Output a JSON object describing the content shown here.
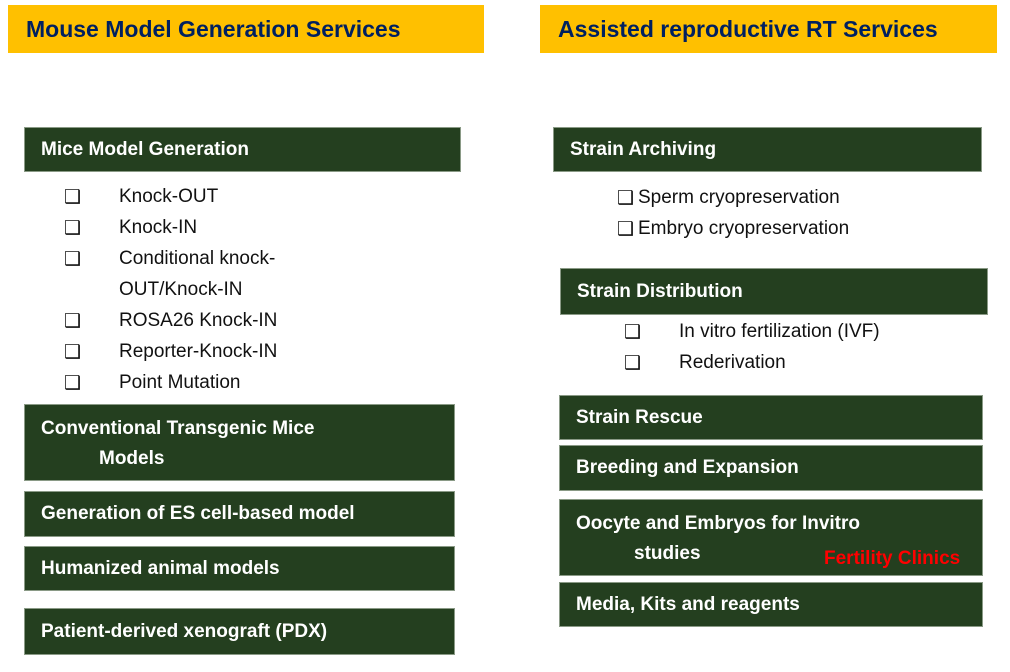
{
  "left": {
    "title": "Mouse Model Generation Services",
    "sections": [
      {
        "label": "Mice  Model Generation",
        "items": [
          "Knock-OUT",
          "Knock-IN",
          "Conditional knock-",
          "OUT/Knock-IN",
          "ROSA26 Knock-IN",
          "Reporter-Knock-IN",
          "Point Mutation"
        ]
      },
      {
        "label": "Conventional Transgenic Mice",
        "label2": "Models"
      },
      {
        "label": "Generation of ES cell-based model"
      },
      {
        "label": "Humanized animal models"
      },
      {
        "label": "Patient-derived xenograft (PDX)"
      }
    ]
  },
  "right": {
    "title": "Assisted reproductive RT Services",
    "sections": [
      {
        "label": "Strain Archiving",
        "items": [
          "Sperm cryopreservation",
          "Embryo cryopreservation"
        ]
      },
      {
        "label": "Strain Distribution",
        "items": [
          "In vitro fertilization (IVF)",
          "Rederivation"
        ]
      },
      {
        "label": "Strain Rescue"
      },
      {
        "label": "Breeding and Expansion"
      },
      {
        "label": "Oocyte and Embryos for Invitro",
        "label2": "studies",
        "note": "Fertility Clinics"
      },
      {
        "label": "Media,  Kits and reagents"
      }
    ]
  },
  "checkbox_glyph": "❑"
}
